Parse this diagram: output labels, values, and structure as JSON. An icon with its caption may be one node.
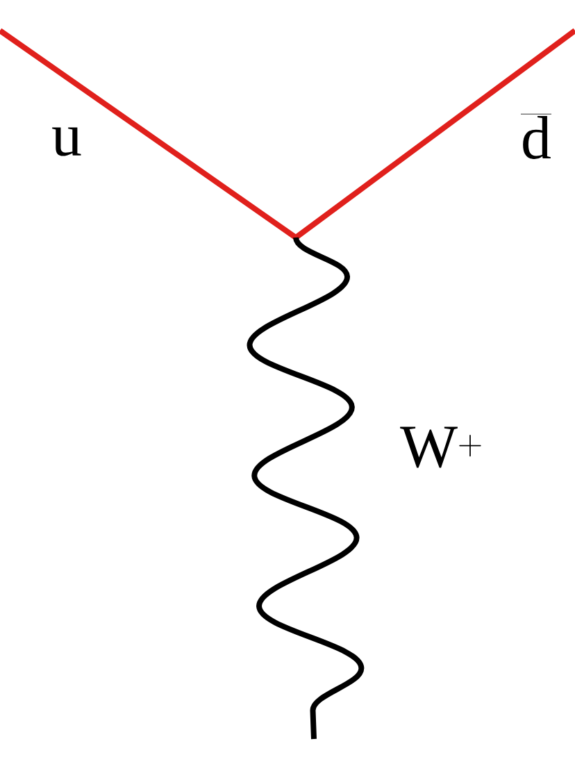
{
  "diagram": {
    "labels": [
      "u",
      "\\overline{\\mathrm{d}}",
      "\\mathrm{W}^{+}"
    ]
  }
}
